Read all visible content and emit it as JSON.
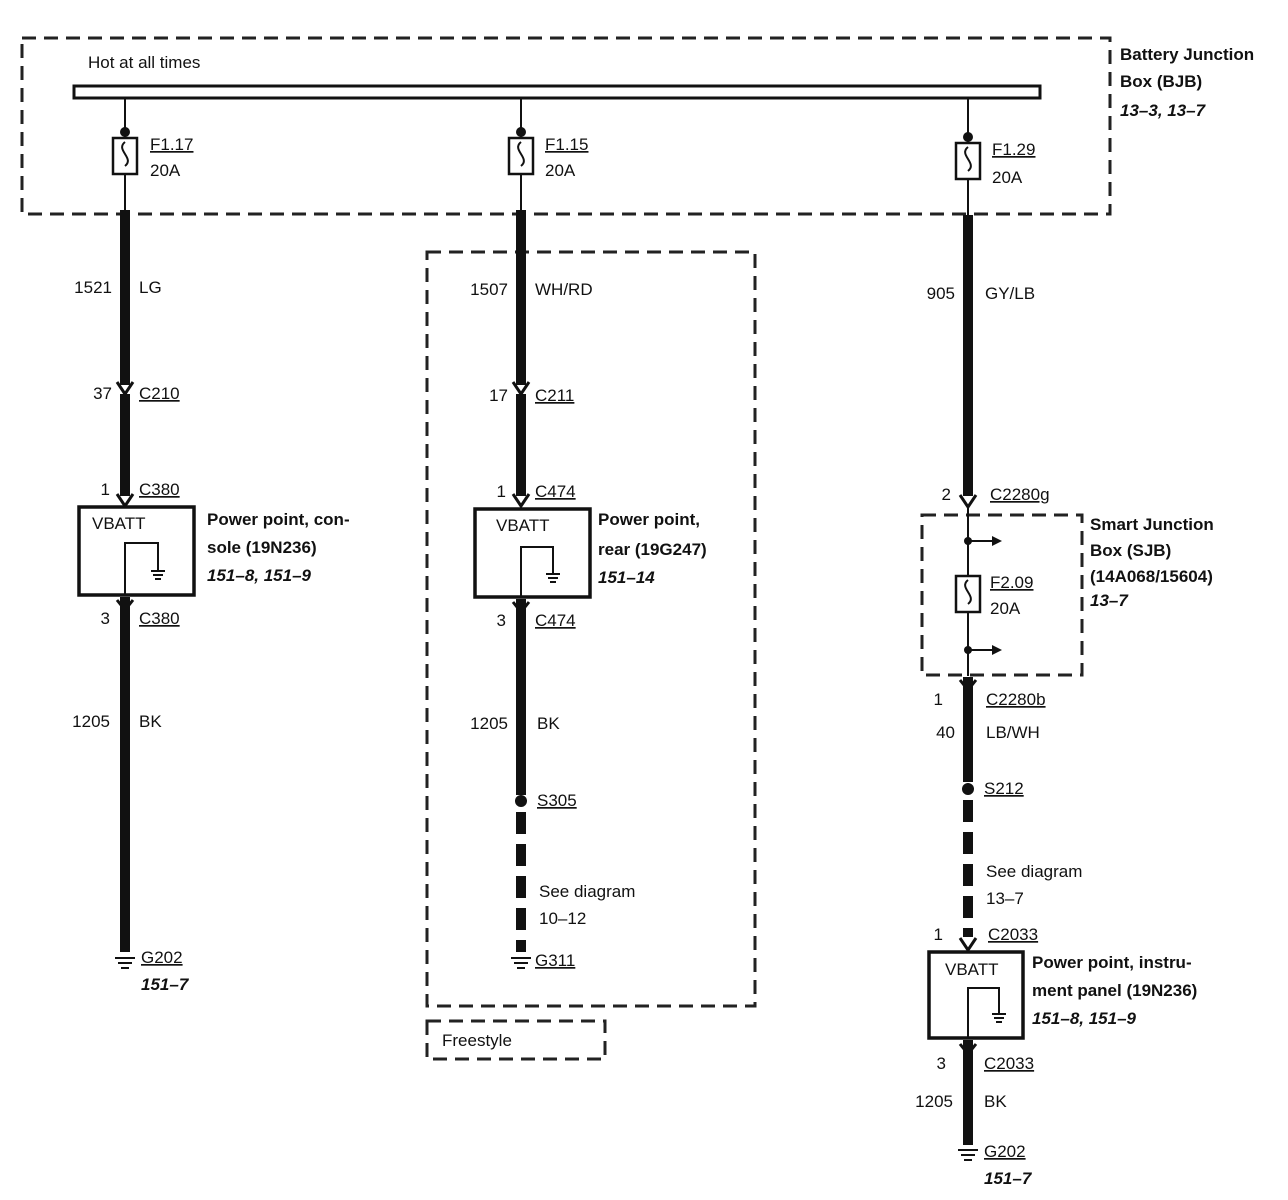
{
  "bus": {
    "label": "Hot at all times"
  },
  "bjb": {
    "title_line1": "Battery Junction",
    "title_line2": "Box (BJB)",
    "ref": "13–3, 13–7"
  },
  "circuit1": {
    "fuse_name": "F1.17",
    "fuse_rating": "20A",
    "wire1_num": "1521",
    "wire1_color": "LG",
    "conn1_pin": "37",
    "conn1_name": "C210",
    "dev_in_pin": "1",
    "dev_in_conn": "C380",
    "dev_label": "VBATT",
    "dev_name_line1": "Power point, con-",
    "dev_name_line2": "sole (19N236)",
    "dev_ref": "151–8, 151–9",
    "dev_out_pin": "3",
    "dev_out_conn": "C380",
    "wire2_num": "1205",
    "wire2_color": "BK",
    "ground_name": "G202",
    "ground_ref": "151–7"
  },
  "circuit2": {
    "fuse_name": "F1.15",
    "fuse_rating": "20A",
    "wire1_num": "1507",
    "wire1_color": "WH/RD",
    "conn1_pin": "17",
    "conn1_name": "C211",
    "dev_in_pin": "1",
    "dev_in_conn": "C474",
    "dev_label": "VBATT",
    "dev_name_line1": "Power point,",
    "dev_name_line2": "rear (19G247)",
    "dev_ref": "151–14",
    "dev_out_pin": "3",
    "dev_out_conn": "C474",
    "wire2_num": "1205",
    "wire2_color": "BK",
    "splice_name": "S305",
    "see_line1": "See diagram",
    "see_line2": "10–12",
    "ground_name": "G311",
    "option_label": "Freestyle"
  },
  "circuit3": {
    "fuse_name": "F1.29",
    "fuse_rating": "20A",
    "wire1_num": "905",
    "wire1_color": "GY/LB",
    "sjb_in_pin": "2",
    "sjb_in_conn": "C2280g",
    "sjb_title_line1": "Smart Junction",
    "sjb_title_line2": "Box (SJB)",
    "sjb_title_line3": "(14A068/15604)",
    "sjb_ref": "13–7",
    "sjb_fuse_name": "F2.09",
    "sjb_fuse_rating": "20A",
    "sjb_out_pin": "1",
    "sjb_out_conn": "C2280b",
    "wire2_num": "40",
    "wire2_color": "LB/WH",
    "splice_name": "S212",
    "see_line1": "See diagram",
    "see_line2": "13–7",
    "dev_in_pin": "1",
    "dev_in_conn": "C2033",
    "dev_label": "VBATT",
    "dev_name_line1": "Power point, instru-",
    "dev_name_line2": "ment panel (19N236)",
    "dev_ref": "151–8, 151–9",
    "dev_out_pin": "3",
    "dev_out_conn": "C2033",
    "wire3_num": "1205",
    "wire3_color": "BK",
    "ground_name": "G202",
    "ground_ref": "151–7"
  }
}
